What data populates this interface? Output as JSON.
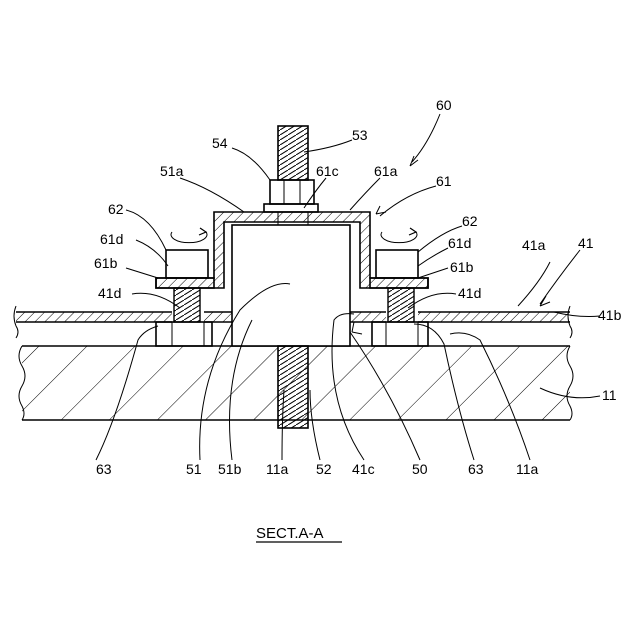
{
  "caption": "SECT.A-A",
  "labels": {
    "l60": "60",
    "l53": "53",
    "l54": "54",
    "l51a": "51a",
    "l61c": "61c",
    "l61a": "61a",
    "l61": "61",
    "l62L": "62",
    "l62R": "62",
    "l61dL": "61d",
    "l61dR": "61d",
    "l41a": "41a",
    "l41": "41",
    "l61bL": "61b",
    "l61bR": "61b",
    "l41dL": "41d",
    "l41dR": "41d",
    "l41b": "41b",
    "l11": "11",
    "l63L": "63",
    "l51": "51",
    "l51b": "51b",
    "l11aL": "11a",
    "l52": "52",
    "l41c": "41c",
    "l50": "50",
    "l63R": "63",
    "l11aR": "11a"
  }
}
